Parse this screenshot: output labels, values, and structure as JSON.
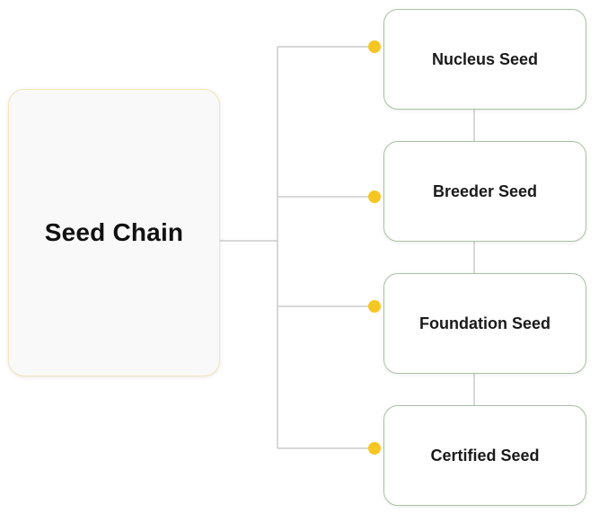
{
  "root": {
    "label": "Seed Chain"
  },
  "nodes": [
    {
      "label": "Nucleus Seed"
    },
    {
      "label": "Breeder Seed"
    },
    {
      "label": "Foundation Seed"
    },
    {
      "label": "Certified Seed"
    }
  ],
  "colors": {
    "connector": "#cccccc",
    "dot": "#f6c623",
    "root_border": "#f3e6b6",
    "node_border": "#a9c0a6"
  }
}
